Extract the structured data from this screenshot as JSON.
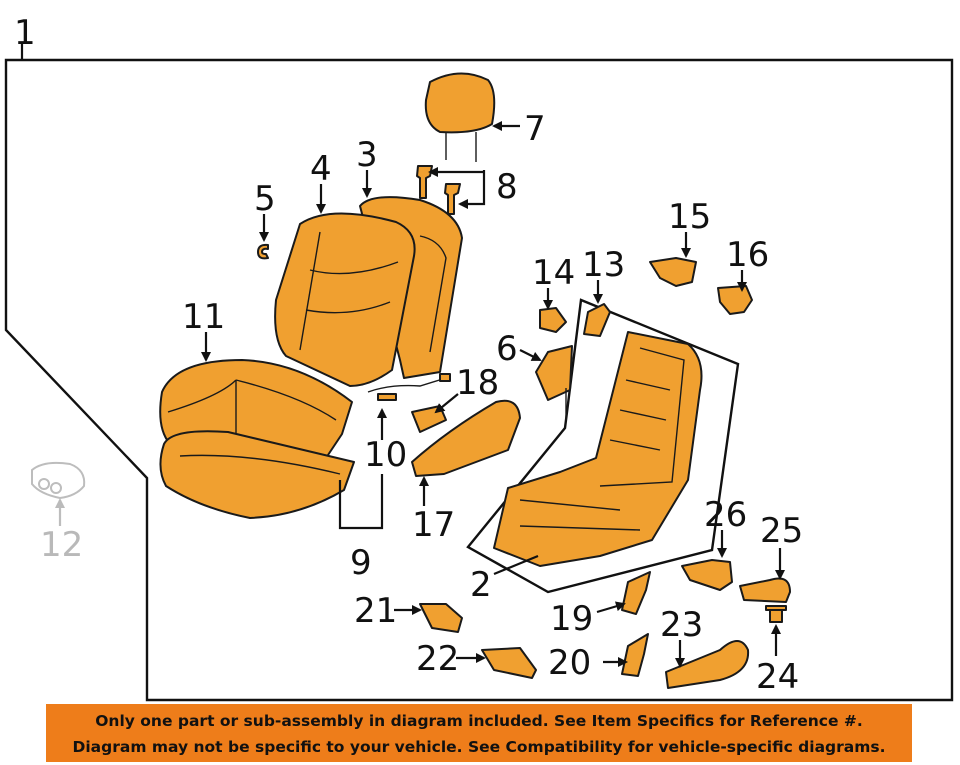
{
  "callouts": {
    "c1": "1",
    "c2": "2",
    "c3": "3",
    "c4": "4",
    "c5": "5",
    "c6": "6",
    "c7": "7",
    "c8": "8",
    "c9": "9",
    "c10": "10",
    "c11": "11",
    "c12": "12",
    "c13": "13",
    "c14": "14",
    "c15": "15",
    "c16": "16",
    "c17": "17",
    "c18": "18",
    "c19": "19",
    "c20": "20",
    "c21": "21",
    "c22": "22",
    "c23": "23",
    "c24": "24",
    "c25": "25",
    "c26": "26"
  },
  "banner": {
    "line1": "Only one part or sub-assembly in diagram included. See Item Specifics for Reference #.",
    "line2": "Diagram may not be specific to your vehicle. See Compatibility for vehicle-specific diagrams."
  },
  "colors": {
    "part_fill": "#f0a030",
    "banner": "#ee7d1a",
    "outline": "#1a1a1a"
  }
}
